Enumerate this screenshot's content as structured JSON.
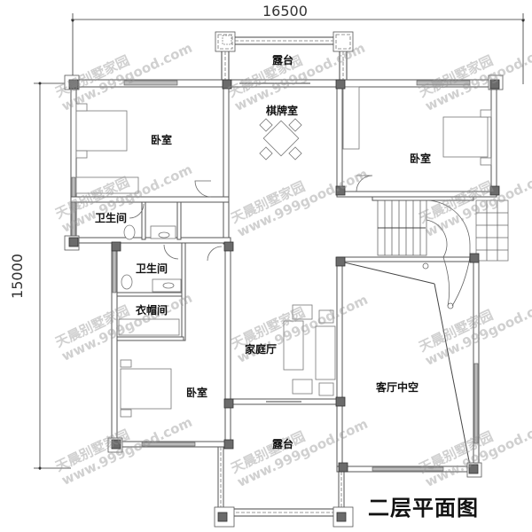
{
  "drawing": {
    "title": "二层平面图",
    "dimension_width": "16500",
    "dimension_height": "15000"
  },
  "rooms": {
    "terrace_top": "露台",
    "mahjong_room": "棋牌室",
    "bedroom_top_left": "卧室",
    "bedroom_top_right": "卧室",
    "bathroom_1": "卫生间",
    "bathroom_2": "卫生间",
    "cloakroom": "衣帽间",
    "family_hall": "家庭厅",
    "bedroom_bottom_left": "卧室",
    "living_void": "客厅中空",
    "terrace_bottom": "露台"
  },
  "watermark": {
    "line1": "天晨别墅家园",
    "line2": "www.999good.com"
  },
  "colors": {
    "wall": "#555555",
    "column": "#6b6b6b",
    "background": "#ffffff",
    "watermark": "#969696"
  }
}
